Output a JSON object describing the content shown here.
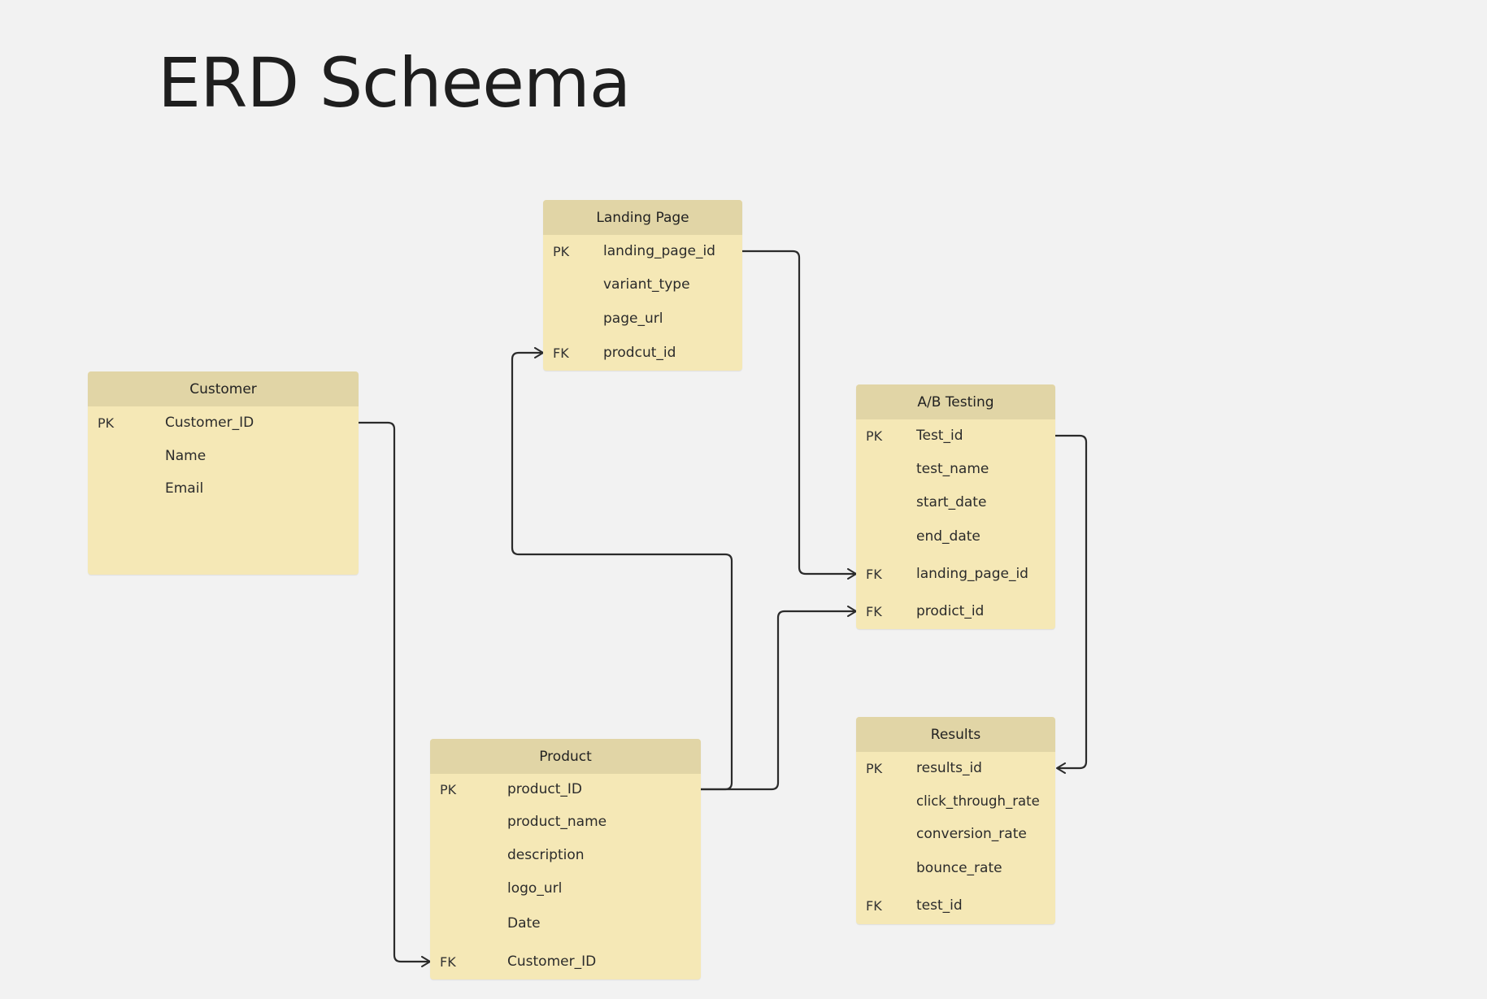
{
  "title": "ERD Scheema",
  "entities": [
    {
      "id": "landing-page",
      "name": "Landing Page",
      "fields": [
        {
          "key": "PK",
          "name": "landing_page_id"
        },
        {
          "key": "",
          "name": "variant_type"
        },
        {
          "key": "",
          "name": "page_url"
        },
        {
          "key": "FK",
          "name": "prodcut_id"
        }
      ]
    },
    {
      "id": "customer",
      "name": "Customer",
      "fields": [
        {
          "key": "PK",
          "name": "Customer_ID"
        },
        {
          "key": "",
          "name": "Name"
        },
        {
          "key": "",
          "name": "Email"
        }
      ]
    },
    {
      "id": "ab-testing",
      "name": "A/B Testing",
      "fields": [
        {
          "key": "PK",
          "name": "Test_id"
        },
        {
          "key": "",
          "name": "test_name"
        },
        {
          "key": "",
          "name": "start_date"
        },
        {
          "key": "",
          "name": "end_date"
        },
        {
          "key": "FK",
          "name": "landing_page_id"
        },
        {
          "key": "FK",
          "name": "prodict_id"
        }
      ]
    },
    {
      "id": "product",
      "name": "Product",
      "fields": [
        {
          "key": "PK",
          "name": "product_ID"
        },
        {
          "key": "",
          "name": "product_name"
        },
        {
          "key": "",
          "name": "description"
        },
        {
          "key": "",
          "name": "logo_url"
        },
        {
          "key": "",
          "name": "Date"
        },
        {
          "key": "FK",
          "name": "Customer_ID"
        }
      ]
    },
    {
      "id": "results",
      "name": "Results",
      "fields": [
        {
          "key": "PK",
          "name": "results_id"
        },
        {
          "key": "",
          "name": "click_through_rate"
        },
        {
          "key": "",
          "name": "conversion_rate"
        },
        {
          "key": "",
          "name": "bounce_rate"
        },
        {
          "key": "FK",
          "name": "test_id"
        }
      ]
    }
  ],
  "relationships": [
    {
      "from": "landing-page",
      "from_field": "landing_page_id",
      "to": "ab-testing",
      "to_field": "landing_page_id"
    },
    {
      "from": "customer",
      "from_field": "Customer_ID",
      "to": "product",
      "to_field": "Customer_ID"
    },
    {
      "from": "product",
      "from_field": "product_ID",
      "to": "landing-page",
      "to_field": "prodcut_id"
    },
    {
      "from": "product",
      "from_field": "product_ID",
      "to": "ab-testing",
      "to_field": "prodict_id"
    },
    {
      "from": "ab-testing",
      "from_field": "Test_id",
      "to": "results",
      "to_field": "results_id"
    }
  ],
  "colors": {
    "table_body": "#f5e8b6",
    "table_header": "#e1d5a6",
    "connector": "#2b2b2b",
    "background": "#f2f2f2"
  }
}
